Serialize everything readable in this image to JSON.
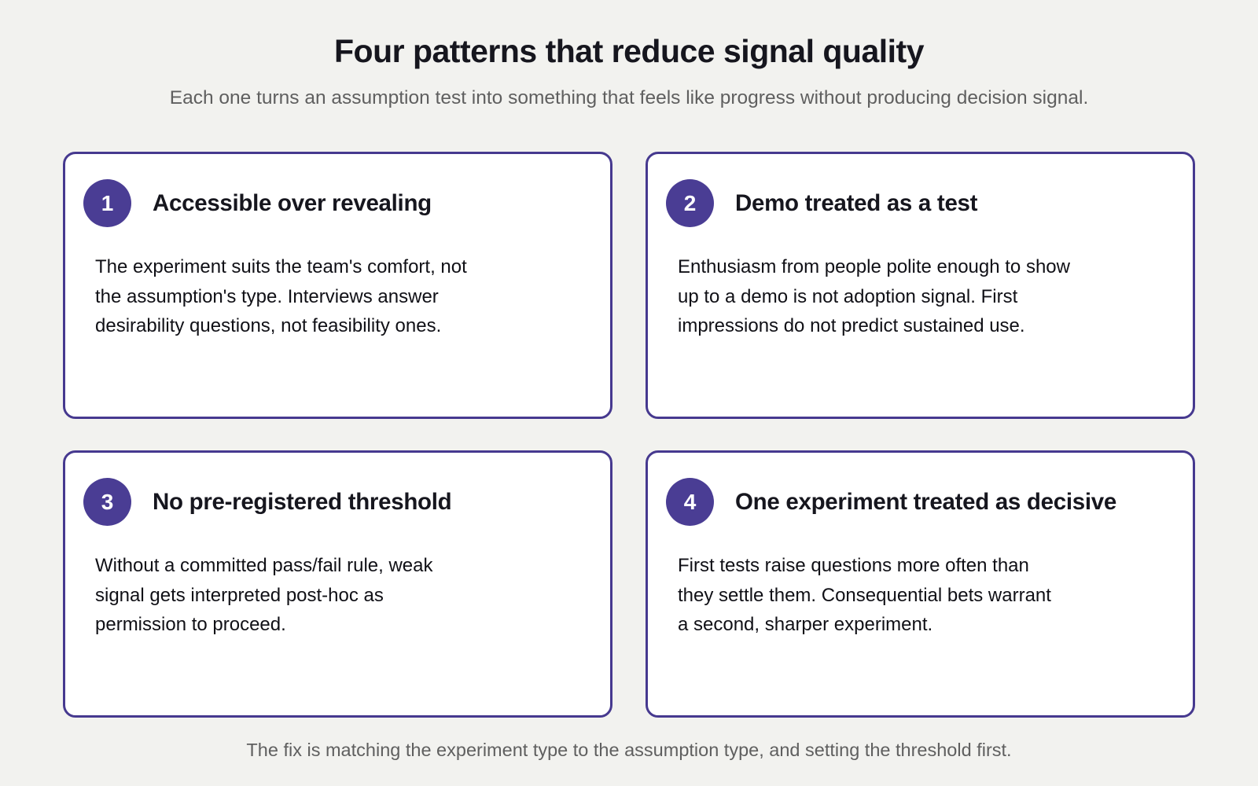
{
  "header": {
    "title": "Four patterns that reduce signal quality",
    "subtitle": "Each one turns an assumption test into something that feels like progress without producing decision signal."
  },
  "cards": [
    {
      "number": "1",
      "title": "Accessible over revealing",
      "body": "The experiment suits the team's comfort, not\nthe assumption's type. Interviews answer\ndesirability questions, not feasibility ones."
    },
    {
      "number": "2",
      "title": "Demo treated as a test",
      "body": "Enthusiasm from people polite enough to show\nup to a demo is not adoption signal. First\nimpressions do not predict sustained use."
    },
    {
      "number": "3",
      "title": "No pre-registered threshold",
      "body": "Without a committed pass/fail rule, weak\nsignal gets interpreted post-hoc as\npermission to proceed."
    },
    {
      "number": "4",
      "title": "One experiment treated as decisive",
      "body": "First tests raise questions more often than\nthey settle them. Consequential bets warrant\na second, sharper experiment."
    }
  ],
  "footer": {
    "note": "The fix is matching the experiment type to the assumption type, and setting the threshold first."
  },
  "colors": {
    "background": "#f2f2ef",
    "card_background": "#ffffff",
    "card_border": "#46398f",
    "badge_fill": "#4a3d94",
    "badge_text": "#ffffff",
    "heading_text": "#16161e",
    "body_text": "#101016",
    "muted_text": "#5f5f5f"
  }
}
